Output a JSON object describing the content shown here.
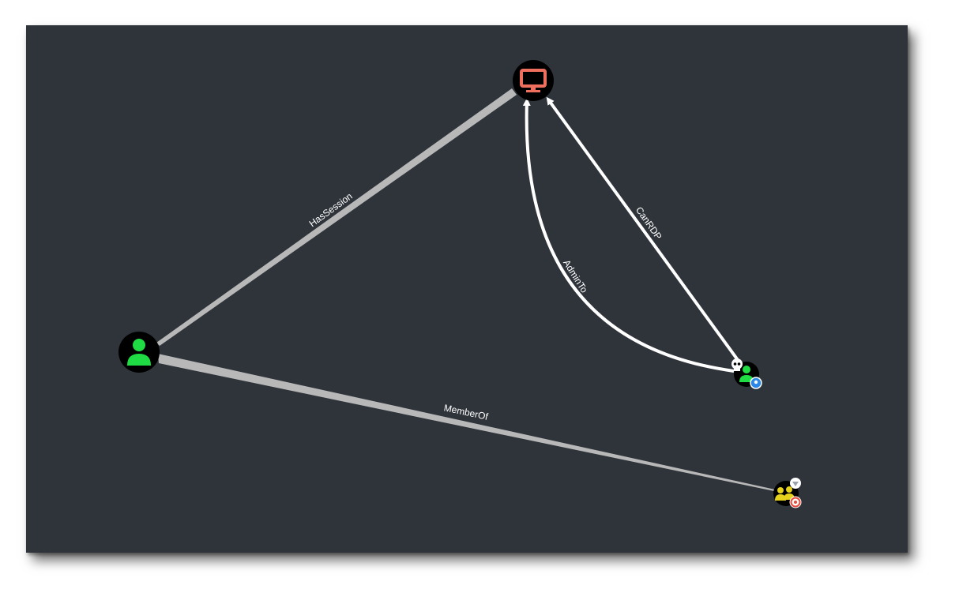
{
  "graph": {
    "colors": {
      "background": "#2f343b",
      "node_fill": "#000000",
      "user_icon": "#1fdc44",
      "computer_icon": "#ee6f5d",
      "group_icon": "#e6d21c",
      "edge_white": "#ffffff",
      "edge_gray": "#b8b8b8",
      "badge_blue": "#2b88e6",
      "badge_red": "#e74c3c"
    },
    "nodes": [
      {
        "id": "computer",
        "icon": "monitor-icon"
      },
      {
        "id": "user",
        "icon": "user-icon"
      },
      {
        "id": "admin-user",
        "icon": "user-icon",
        "badges": [
          "skull-icon",
          "location-pin-icon"
        ]
      },
      {
        "id": "group",
        "icon": "group-icon",
        "badges": [
          "gem-icon",
          "target-icon"
        ]
      }
    ],
    "edges": [
      {
        "id": "has-session",
        "label": "HasSession",
        "from": "user",
        "to": "computer"
      },
      {
        "id": "member-of",
        "label": "MemberOf",
        "from": "user",
        "to": "group"
      },
      {
        "id": "admin-to",
        "label": "AdminTo",
        "from": "admin-user",
        "to": "computer"
      },
      {
        "id": "can-rdp",
        "label": "CanRDP",
        "from": "admin-user",
        "to": "computer"
      }
    ]
  }
}
